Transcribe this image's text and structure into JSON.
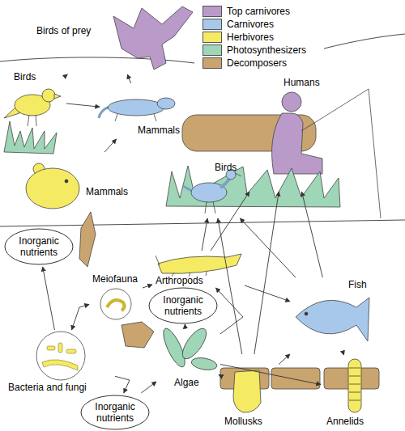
{
  "diagram": {
    "nodes": [
      {
        "text": [
          "Birds of prey"
        ]
      },
      {
        "text": [
          "Birds"
        ]
      },
      {
        "text": [
          "Humans"
        ]
      },
      {
        "text": [
          "Mammals"
        ]
      },
      {
        "text": [
          "Mammals"
        ]
      },
      {
        "text": [
          "Birds"
        ]
      },
      {
        "text": [
          "Inorganic nutrients"
        ]
      },
      {
        "text": [
          "Arthropods"
        ]
      },
      {
        "text": [
          "Meiofauna"
        ]
      },
      {
        "text": [
          "Inorganic nutrients"
        ]
      },
      {
        "text": [
          "Fish"
        ]
      },
      {
        "text": [
          "Bacteria and fungi"
        ]
      },
      {
        "text": [
          "Algae"
        ]
      },
      {
        "text": [
          "Inorganic nutrients"
        ]
      },
      {
        "text": [
          "Mollusks"
        ]
      },
      {
        "text": [
          "Annelids"
        ]
      }
    ],
    "edges": [
      {
        "from": 1,
        "to": 0,
        "arrow": "to"
      },
      {
        "from": 3,
        "to": 0,
        "arrow": "to"
      },
      {
        "from": 1,
        "to": 3,
        "arrow": "to"
      },
      {
        "from": 4,
        "to": 3,
        "arrow": "to"
      },
      {
        "from": 10,
        "to": 2,
        "arrow": "to"
      },
      {
        "from": 10,
        "to": 5,
        "arrow": "to"
      },
      {
        "from": 7,
        "to": 2,
        "arrow": "to"
      },
      {
        "from": 7,
        "to": 5,
        "arrow": "to"
      },
      {
        "from": 7,
        "to": 10,
        "arrow": "to"
      },
      {
        "from": 14,
        "to": 2,
        "arrow": "to"
      },
      {
        "from": 14,
        "to": 5,
        "arrow": "to"
      },
      {
        "from": 14,
        "to": 10,
        "arrow": "to"
      },
      {
        "from": 15,
        "to": 10,
        "arrow": "to"
      },
      {
        "from": 12,
        "to": 7,
        "arrow": "to"
      },
      {
        "from": 12,
        "to": 14,
        "arrow": "to"
      },
      {
        "from": 12,
        "to": 15,
        "arrow": "to"
      },
      {
        "from": 9,
        "to": 12,
        "arrow": "to"
      },
      {
        "from": 8,
        "to": 7,
        "arrow": "to"
      },
      {
        "from": 8,
        "to": 11,
        "arrow": "both"
      },
      {
        "from": 11,
        "to": 6,
        "arrow": "to"
      },
      {
        "from": 11,
        "to": 13,
        "arrow": "to"
      },
      {
        "from": 13,
        "to": 12,
        "arrow": "to"
      }
    ],
    "legend": [
      {
        "text": "Top carnivores",
        "color": "#b99ac9"
      },
      {
        "text": "Carnivores",
        "color": "#a7c8ea"
      },
      {
        "text": "Herbivores",
        "color": "#f5ea63"
      },
      {
        "text": "Photosynthesizers",
        "color": "#9ed6b7"
      },
      {
        "text": "Decomposers",
        "color": "#c9a46f"
      }
    ]
  }
}
